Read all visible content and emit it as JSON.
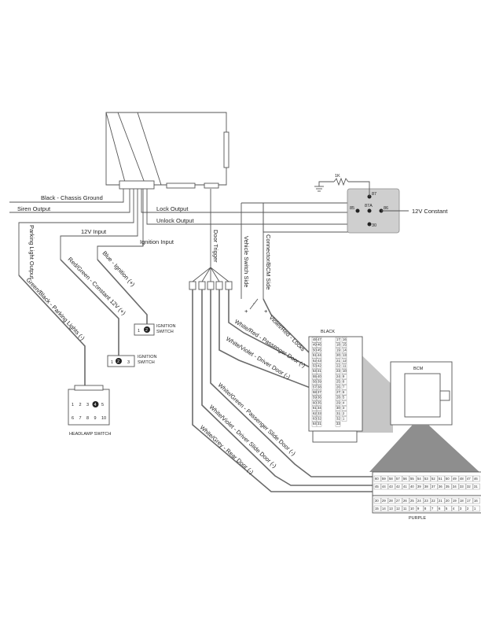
{
  "labels": {
    "chassis_ground": "Black - Chassis Ground",
    "siren_output": "Siren Output",
    "lock_output": "Lock Output",
    "unlock_output": "Unlock Output",
    "input_12v": "12V Input",
    "ignition_input": "Ignition Input",
    "parking_light_output": "Parking Light Output",
    "door_trigger": "Door Trigger",
    "vehicle_switch_side": "Vehicle Switch Side",
    "connector_bcm_side": "Connector/BCM Side",
    "green_black_parking": "Green/Black - Parking Lights (-)",
    "red_green_constant": "Red/Green - Constant 12V (+)",
    "blue_ignition": "Blue - Ignition (+)",
    "violet_red_locks": "Violet/Red - Locks",
    "white_red_pass": "White/Red - Passenger Door (-)",
    "white_violet_driver": "White/Violet - Driver Door (-)",
    "white_green_pass_slide": "White/Green - Passenger Slide Door (-)",
    "white_violet_driver_slide": "White/Violet - Driver Slide Door (-)",
    "white_grey_rear": "White/Grey - Rear Door (-)"
  },
  "relay": {
    "resistor": "1K",
    "pin87": "87",
    "pin87a": "87A",
    "pin85": "85",
    "pin86": "86",
    "pin30": "30",
    "constant_label": "12V Constant"
  },
  "ignition_switch_1": {
    "title": "IGNITION",
    "subtitle": "SWITCH",
    "pins": [
      "1",
      "2"
    ]
  },
  "ignition_switch_2": {
    "title": "IGNITION",
    "subtitle": "SWITCH",
    "pins": [
      "1",
      "2",
      "3"
    ]
  },
  "headlamp_switch": {
    "label": "HEADLAMP SWITCH",
    "row1": [
      "1",
      "2",
      "3",
      "4",
      "5"
    ],
    "row2": [
      "6",
      "7",
      "8",
      "9",
      "10"
    ]
  },
  "black_connector": {
    "label": "BLACK",
    "col1": [
      "48",
      "49",
      "50",
      "51",
      "52",
      "53",
      "54",
      "55",
      "56",
      "57",
      "58",
      "59",
      "60",
      "61",
      "62",
      "63",
      "64"
    ],
    "col2": [
      "47",
      "46",
      "45",
      "44",
      "43",
      "42",
      "41",
      "40",
      "39",
      "38",
      "37",
      "36",
      "35",
      "34",
      "33",
      "32",
      "31"
    ],
    "col3": [
      "17",
      "18",
      "19",
      "20",
      "21",
      "22",
      "23",
      "24",
      "25",
      "26",
      "27",
      "28",
      "29",
      "30",
      "31",
      "32",
      "33"
    ],
    "col4": [
      "16",
      "15",
      "14",
      "13",
      "12",
      "11",
      "10",
      "9",
      "8",
      "7",
      "6",
      "5",
      "4",
      "3",
      "2",
      "1",
      ""
    ]
  },
  "bcm": {
    "label": "BCM"
  },
  "purple_connector": {
    "label": "PURPLE",
    "row1": [
      "60",
      "59",
      "58",
      "57",
      "56",
      "55",
      "54",
      "53",
      "52",
      "51",
      "50",
      "49",
      "48",
      "47",
      "46"
    ],
    "row2": [
      "45",
      "44",
      "43",
      "42",
      "41",
      "40",
      "39",
      "38",
      "37",
      "36",
      "35",
      "34",
      "33",
      "32",
      "31"
    ],
    "row3": [
      "30",
      "29",
      "28",
      "27",
      "26",
      "25",
      "24",
      "23",
      "22",
      "21",
      "20",
      "19",
      "18",
      "17",
      "16"
    ],
    "row4": [
      "15",
      "14",
      "13",
      "12",
      "11",
      "10",
      "9",
      "8",
      "7",
      "6",
      "5",
      "4",
      "3",
      "2",
      "1"
    ]
  },
  "symbols": {
    "plus": "+",
    "minus": "-"
  }
}
